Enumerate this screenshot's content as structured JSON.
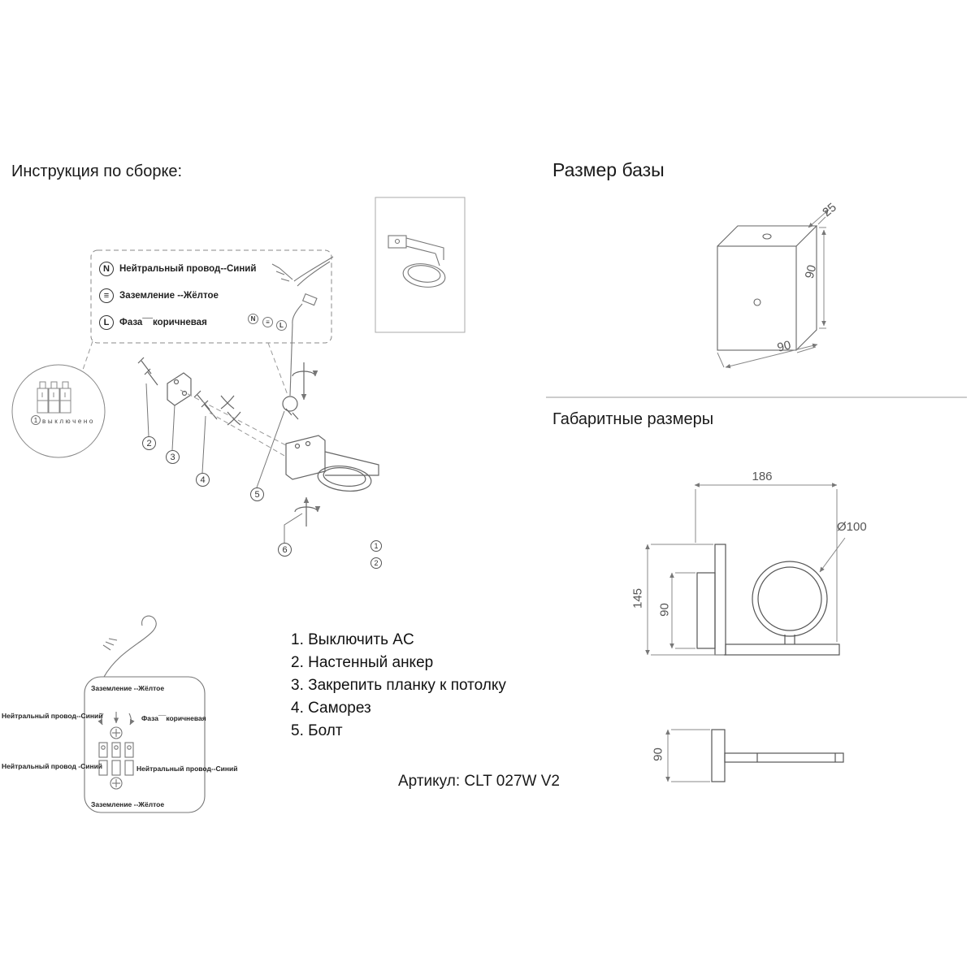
{
  "titles": {
    "assembly": "Инструкция по сборке:",
    "base_size": "Размер базы",
    "overall": "Габаритные размеры"
  },
  "article": "Артикул: CLT 027W V2",
  "steps": [
    "1. Выключить AC",
    "2. Настенный анкер",
    "3. Закрепить планку к потолку",
    "4. Саморез",
    "5. Болт"
  ],
  "legend": {
    "items": [
      {
        "symbol": "N",
        "label": "Нейтральный провод--Синий"
      },
      {
        "symbol": "≡",
        "label": "Заземление --Жёлтое"
      },
      {
        "symbol": "L",
        "label": "Фаза¯¯коричневая"
      }
    ]
  },
  "breaker": {
    "number": "1",
    "label": "выключено"
  },
  "callouts": {
    "c2": "2",
    "c3": "3",
    "c4": "4",
    "c5": "5",
    "c6": "6",
    "s1": "1",
    "s2": "2"
  },
  "dimensions": {
    "base": {
      "depth": "25",
      "height": "90",
      "width": "90"
    },
    "overall": {
      "width": "186",
      "height": "145",
      "plate_height": "90",
      "diameter": "Ø100"
    },
    "bottom_view": {
      "depth": "90"
    }
  },
  "wiring": {
    "top": "Заземление --Жёлтое",
    "left1": "Нейтральный провод--Синий",
    "right1": "Фаза¯¯коричневая",
    "left2": "Нейтральный провод -Синий",
    "right2": "Нейтральный провод--Синий",
    "bottom": "Заземление --Жёлтое"
  },
  "colors": {
    "line": "#777777",
    "dim_text": "#555555",
    "text": "#1a1a1a"
  }
}
